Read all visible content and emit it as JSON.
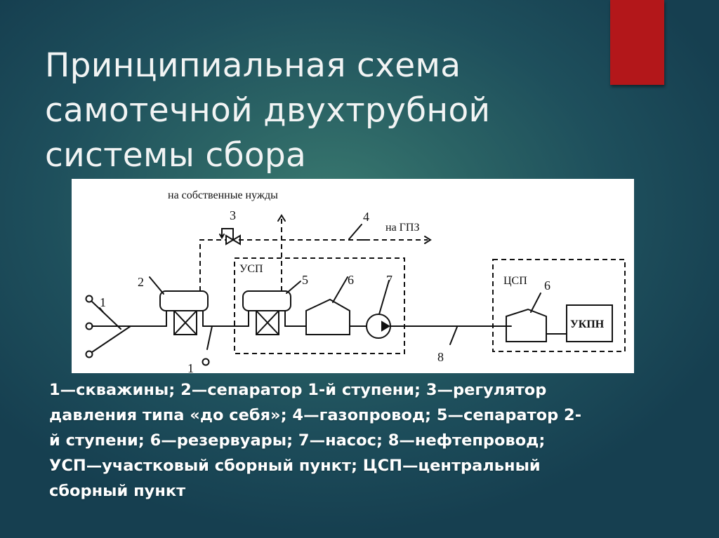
{
  "slide": {
    "title_lines": [
      "Принципиальная схема",
      "самотечной двухтрубной",
      "системы сбора"
    ],
    "accent_color": "#b3171a",
    "background_colors": [
      "#3a7a70",
      "#163f50"
    ]
  },
  "diagram": {
    "top_label": "на собственные нужды",
    "gpz_label": "на ГПЗ",
    "usp_label": "УСП",
    "csp_label": "ЦСП",
    "ukpn_label": "УКПН",
    "callouts": {
      "wells_top": "1",
      "wells_bottom": "1",
      "separator1": "2",
      "regulator": "3",
      "gas_pipeline": "4",
      "separator2": "5",
      "tank_usp": "6",
      "pump": "7",
      "oil_pipeline": "8",
      "tank_csp": "6"
    }
  },
  "caption": {
    "lines": [
      "1—скважины; 2—сепаратор 1-й ступени; 3—регулятор",
      "давления типа «до себя»; 4—газопровод; 5—сепаратор 2-",
      "й ступени; 6—резервуары; 7—насос; 8—нефтепровод;",
      "УСП—участковый сборный пункт; ЦСП—центральный",
      "сборный пункт"
    ]
  }
}
